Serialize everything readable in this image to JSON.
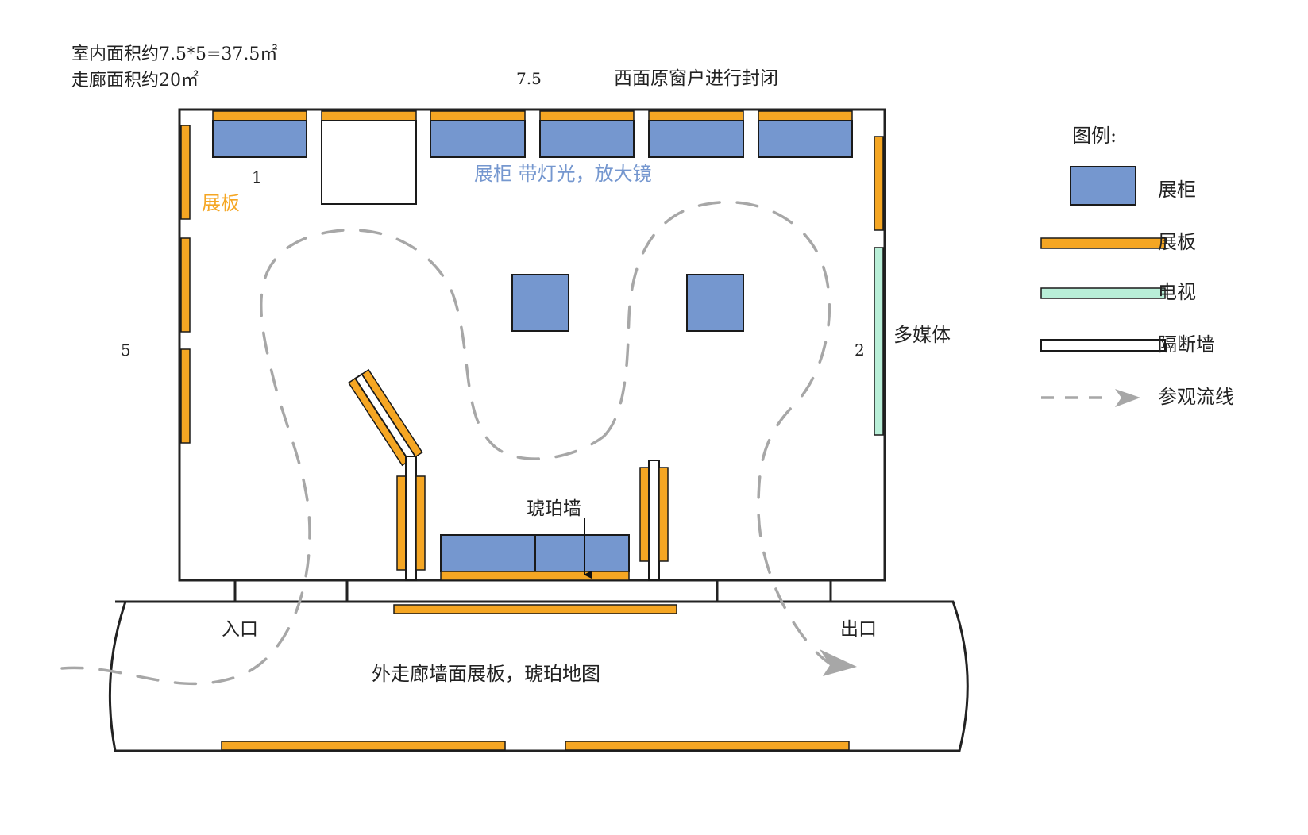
{
  "notes": {
    "indoor_area": "室内面积约7.5*5=37.5㎡",
    "corridor_area": "走廊面积约20㎡"
  },
  "dimensions": {
    "width": "7.5",
    "depth": "5",
    "side_1": "1",
    "side_2": "2"
  },
  "labels": {
    "west_window": "西面原窗户进行封闭",
    "cabinet_desc": "展柜 带灯光，放大镜",
    "panel_label": "展板",
    "multimedia": "多媒体",
    "amber_wall": "琥珀墙",
    "entrance": "入口",
    "exit": "出口",
    "corridor": "外走廊墙面展板，琥珀地图"
  },
  "legend": {
    "title": "图例:",
    "items": [
      {
        "label": "展柜",
        "color": "#7597cf"
      },
      {
        "label": "展板",
        "color": "#f5a623"
      },
      {
        "label": "电视",
        "color": "#b9efd8"
      },
      {
        "label": "隔断墙",
        "color": "#ffffff"
      },
      {
        "label": "参观流线",
        "color": "#a7a7a7"
      }
    ]
  },
  "colors": {
    "cabinet": "#7597cf",
    "panel": "#f5a623",
    "tv": "#b9efd8",
    "flow": "#a7a7a7",
    "cabinet_text": "#7597cf",
    "panel_text": "#f5a623"
  }
}
